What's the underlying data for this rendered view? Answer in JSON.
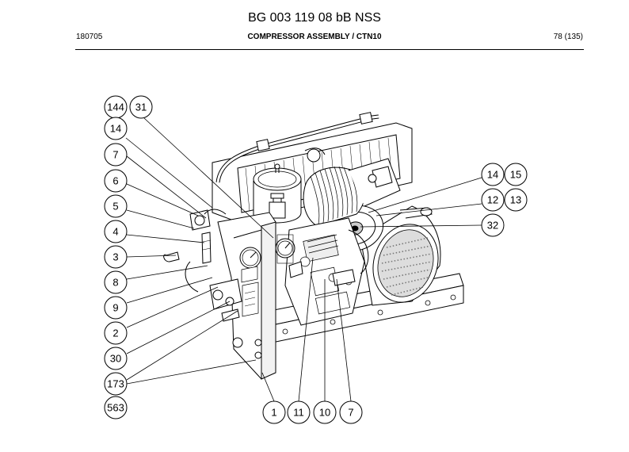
{
  "header": {
    "title": "BG 003 119 08 bB NSS",
    "date": "180705",
    "section": "COMPRESSOR ASSEMBLY / CTN10",
    "page": "78 (135)"
  },
  "callouts": {
    "c144": "144",
    "c31": "31",
    "c14a": "14",
    "c7a": "7",
    "c6": "6",
    "c5": "5",
    "c4": "4",
    "c3": "3",
    "c8": "8",
    "c9": "9",
    "c2": "2",
    "c30": "30",
    "c173": "173",
    "c563": "563",
    "c1": "1",
    "c11": "11",
    "c10": "10",
    "c7b": "7",
    "c14b": "14",
    "c15": "15",
    "c12": "12",
    "c13": "13",
    "c32": "32"
  }
}
